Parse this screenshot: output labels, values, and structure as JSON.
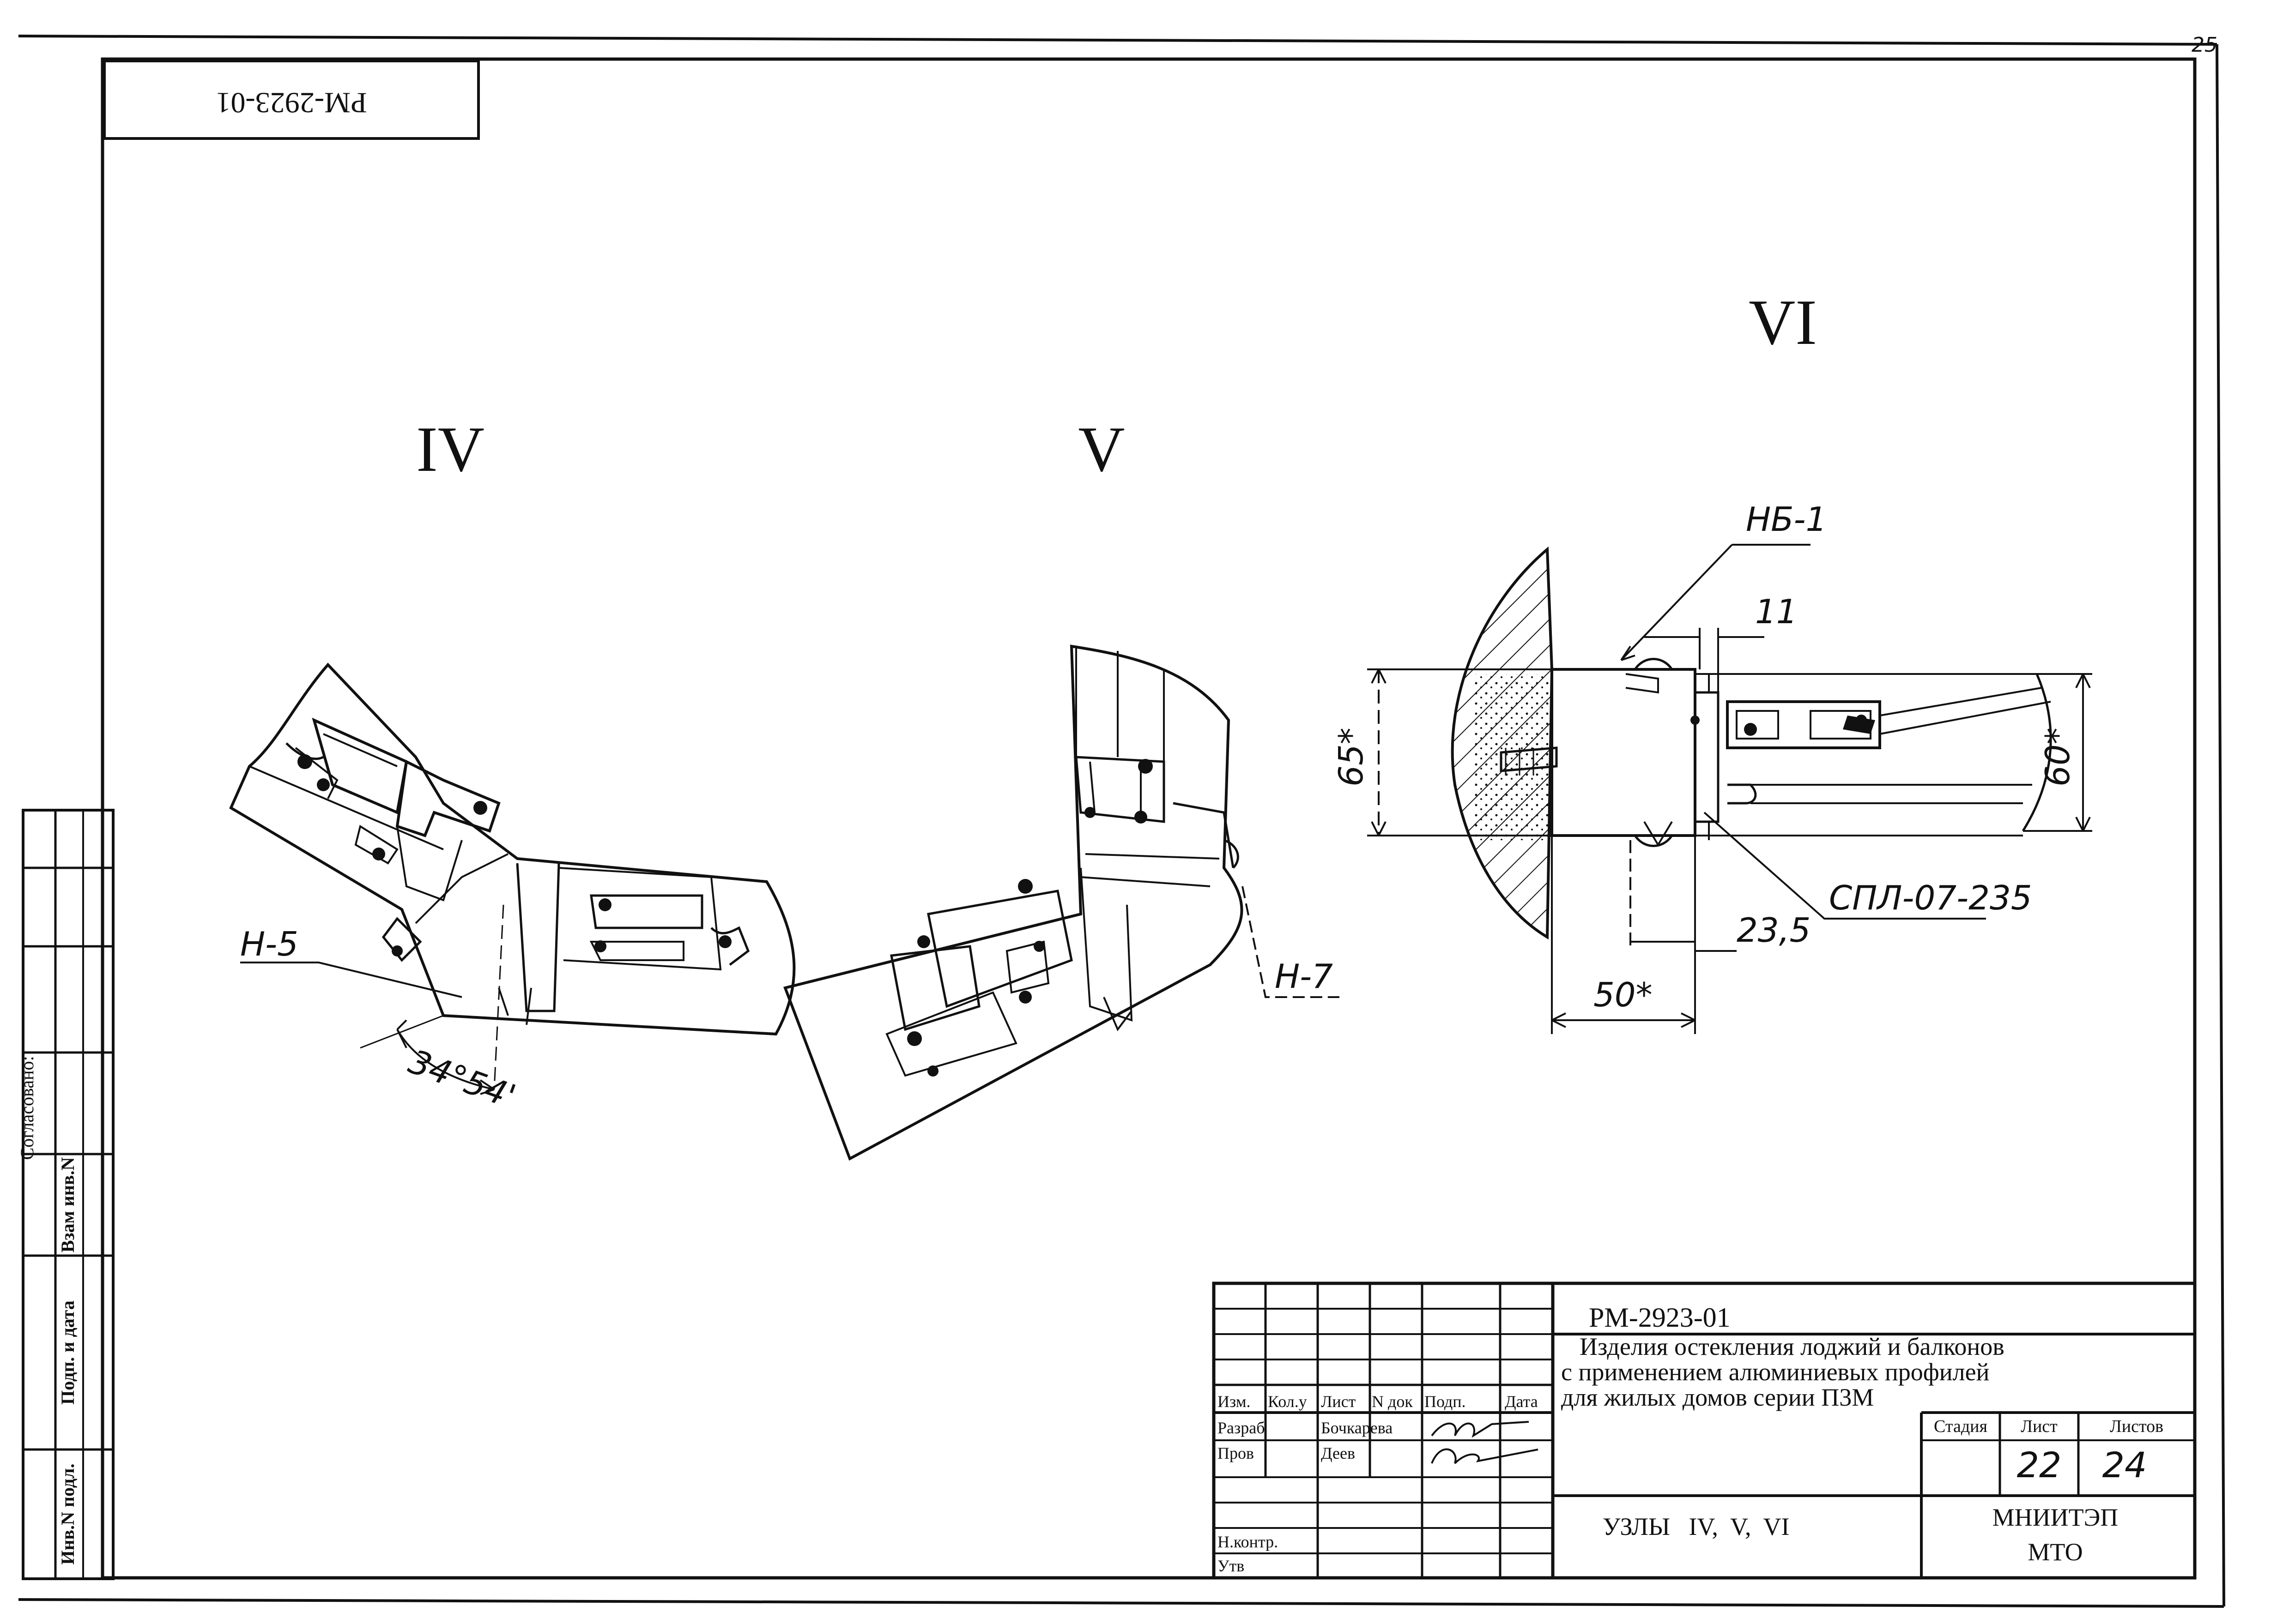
{
  "sheet": {
    "page_number": "25",
    "code_top": "РМ-2923-01"
  },
  "views": {
    "iv": {
      "label": "IV",
      "callout": "Н-5",
      "angle": "34°54'"
    },
    "v": {
      "label": "V",
      "callout": "Н-7"
    },
    "vi": {
      "label": "VI",
      "callout_top": "НБ-1",
      "callout_seal": "СПЛ-07-235",
      "dim_11": "11",
      "dim_65": "65*",
      "dim_60": "60*",
      "dim_23_5": "23,5",
      "dim_50": "50*"
    }
  },
  "side_stamp": {
    "agreed": "Согласовано:",
    "inv_replace": "Взам инв.N",
    "sign_date": "Подп. и дата",
    "inv_orig": "Инв.N подл."
  },
  "title_block": {
    "doc_code": "РМ-2923-01",
    "title_lines": [
      "Изделия остекления лоджий и балконов",
      "с применением алюминиевых профилей",
      "для жилых домов серии П3М"
    ],
    "headers": {
      "izm": "Изм.",
      "kol": "Кол.у",
      "list": "Лист",
      "ndoc": "N док",
      "podp": "Подп.",
      "date": "Дата"
    },
    "roles": [
      {
        "role": "Разраб",
        "name": "Бочкарева"
      },
      {
        "role": "Пров",
        "name": "Деев"
      },
      {
        "role": "Н.контр.",
        "name": ""
      },
      {
        "role": "Утв",
        "name": ""
      }
    ],
    "stage_header": "Стадия",
    "sheet_header": "Лист",
    "sheets_header": "Листов",
    "sheet_value": "22",
    "sheets_value": "24",
    "drawing_name": "УЗЛЫ   IV,  V,  VI",
    "org_line1": "МНИИТЭП",
    "org_line2": "МТО"
  }
}
